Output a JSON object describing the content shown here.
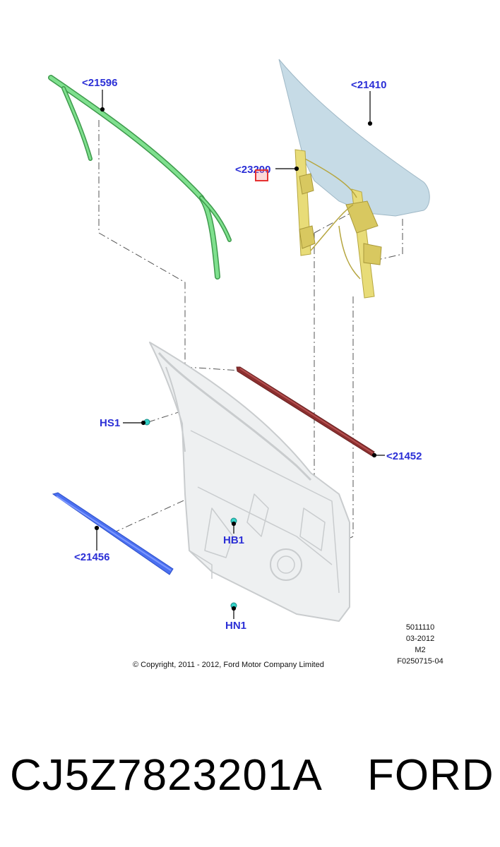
{
  "callouts": {
    "c21596": "<21596",
    "c21410": "<21410",
    "c23200": "<23200",
    "hs1": "HS1",
    "c21452": "<21452",
    "hb1": "HB1",
    "c21456": "<21456",
    "hn1": "HN1"
  },
  "meta": {
    "line1": "5011110",
    "line2": "03-2012",
    "line3": "M2",
    "line4": "F0250715-04",
    "copyright": "© Copyright, 2011 - 2012, Ford Motor Company Limited"
  },
  "footer": {
    "part_number": "CJ5Z7823201A",
    "brand": "FORD"
  },
  "colors": {
    "callout_blue": "#2b2fd6",
    "seal_green": "#5ccc6c",
    "glass_blue": "#c6dbe6",
    "regulator_yellow": "#e8dc78",
    "belt_red": "#8b2f2f",
    "strip_blue": "#4a6ff0",
    "clip_cyan": "#35d2c8",
    "highlight_red": "#e53131"
  }
}
